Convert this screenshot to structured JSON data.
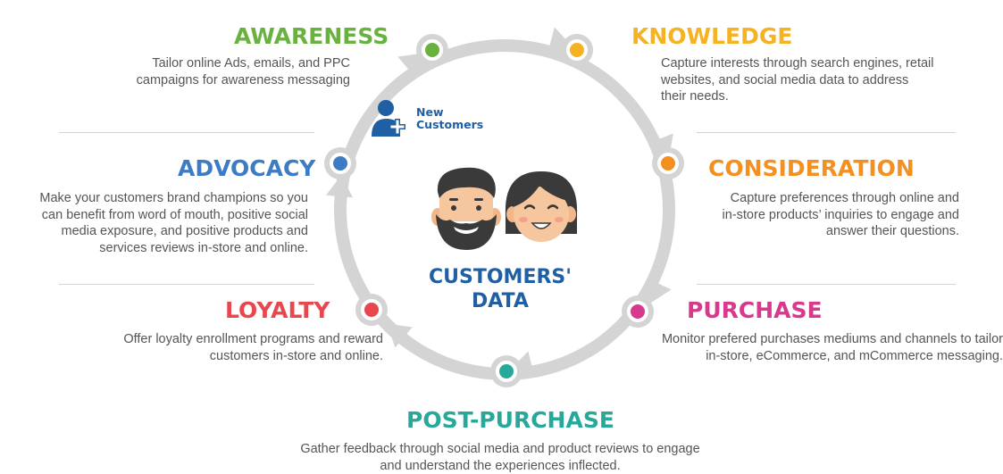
{
  "center": {
    "line1": "CUSTOMERS'",
    "line2": "DATA"
  },
  "new_customers": {
    "line1": "New",
    "line2": "Customers",
    "icon": "add-user-icon"
  },
  "colors": {
    "ring": "#d4d4d4",
    "awareness": "#6ab23f",
    "knowledge": "#f5b324",
    "consideration": "#f4901f",
    "purchase": "#d9398c",
    "post_purchase": "#26a99a",
    "loyalty": "#e8474e",
    "advocacy": "#3d7cc4",
    "center_text": "#1f5fa4"
  },
  "stages": {
    "awareness": {
      "title": "AWARENESS",
      "desc1": "Tailor online Ads, emails, and PPC",
      "desc2": "campaigns for awareness messaging"
    },
    "knowledge": {
      "title": "KNOWLEDGE",
      "desc1": "Capture interests through search engines, retail",
      "desc2": "websites, and social media data to address",
      "desc3": "their needs."
    },
    "consideration": {
      "title": "CONSIDERATION",
      "desc1": "Capture preferences through online and",
      "desc2": "in-store products’ inquiries to engage and",
      "desc3": "answer their questions."
    },
    "purchase": {
      "title": "PURCHASE",
      "desc1": "Monitor prefered purchases mediums and channels to tailor",
      "desc2": "in-store, eCommerce, and mCommerce messaging."
    },
    "post_purchase": {
      "title": "POST-PURCHASE",
      "desc1": "Gather feedback through social media and product reviews to engage",
      "desc2": "and understand the experiences inflected."
    },
    "loyalty": {
      "title": "LOYALTY",
      "desc1": "Offer loyalty enrollment programs and reward",
      "desc2": "customers in-store and online."
    },
    "advocacy": {
      "title": "ADVOCACY",
      "desc1": "Make your customers brand champions so you",
      "desc2": "can benefit from word of mouth, positive social",
      "desc3": "media exposure, and positive products and",
      "desc4": "services reviews in-store and online."
    }
  }
}
